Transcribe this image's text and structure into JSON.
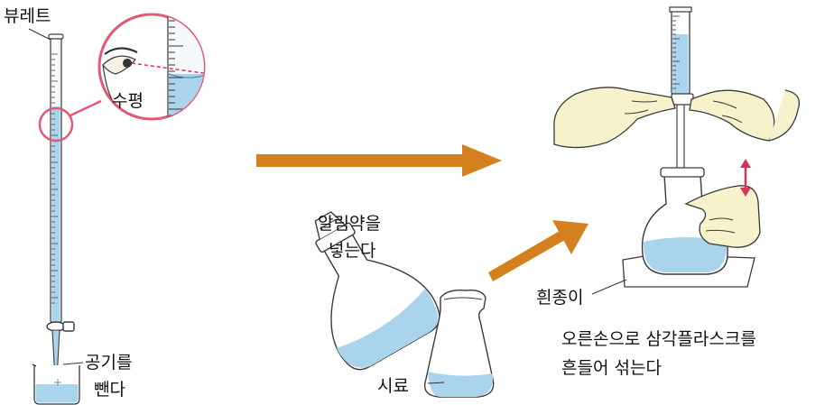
{
  "labels": {
    "burette": "뷰레트",
    "level": "수평",
    "expel_air_1": "공기를",
    "expel_air_2": "뺀다",
    "add_indicator_1": "알림약을",
    "add_indicator_2": "넣는다",
    "sample": "시료",
    "white_paper": "흰종이",
    "swirl_1": "오른손으로 삼각플라스크를",
    "swirl_2": "흔들어 섞는다"
  },
  "colors": {
    "arrow": "#d4801f",
    "liquid": "#a9d4ec",
    "liquid_dark": "#7fb8de",
    "glass_outline": "#3a3a3a",
    "magnifier_ring": "#e05a78",
    "glove": "#f6f2cc",
    "double_arrow": "#d9335a"
  }
}
